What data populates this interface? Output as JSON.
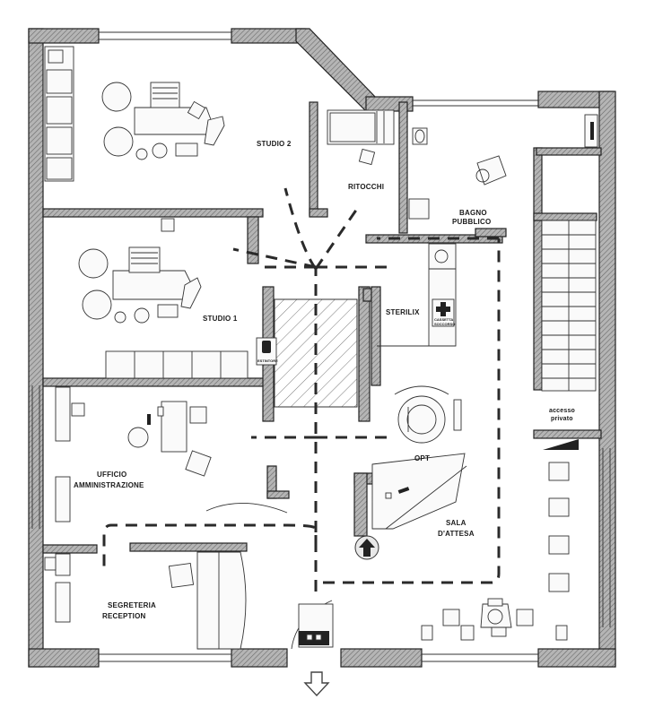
{
  "rooms": {
    "studio2": "STUDIO 2",
    "ritocchi": "RITOCCHI",
    "bagno_line1": "BAGNO",
    "bagno_line2": "PUBBLICO",
    "studio1": "STUDIO 1",
    "sterilix": "STERILIX",
    "ufficio_line1": "UFFICIO",
    "ufficio_line2": "AMMINISTRAZIONE",
    "opt": "OPT",
    "sala_line1": "SALA",
    "sala_line2": "D'ATTESA",
    "accesso_line1": "accesso",
    "accesso_line2": "privato",
    "segreteria_line1": "SEGRETERIA",
    "segreteria_line2": "RECEPTION"
  },
  "signs": {
    "estintore": "ESTINTORE",
    "cassetta_line1": "CASSETTA",
    "cassetta_line2": "SOCCORSO"
  },
  "icons": [
    "fire-extinguisher-icon",
    "first-aid-cross-icon",
    "up-arrow-icon",
    "down-arrow-icon"
  ],
  "colors": {
    "wall": "#888888",
    "route": "#2a2a2a",
    "background": "#ffffff"
  }
}
